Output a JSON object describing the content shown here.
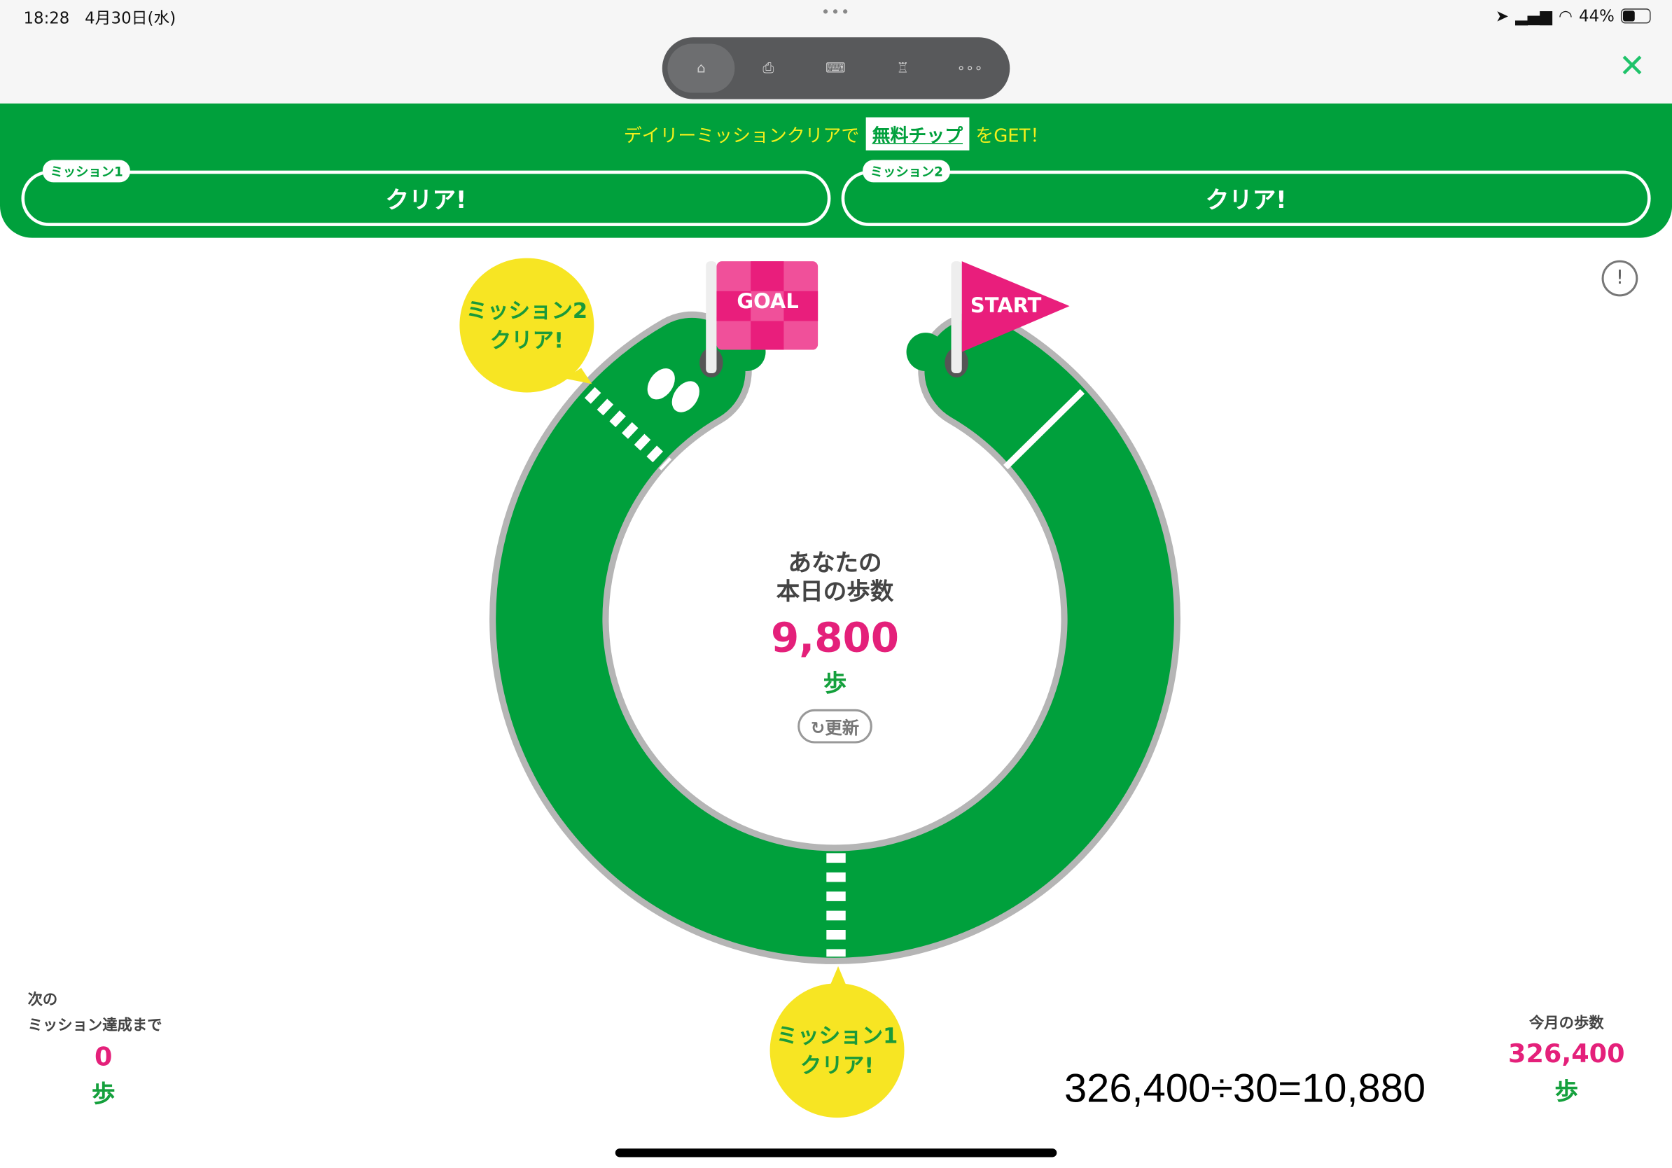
{
  "status_bar": {
    "time": "18:28",
    "date": "4月30日(水)",
    "dots": "•••",
    "battery": "44%"
  },
  "toolbar": {
    "items": [
      {
        "name": "home",
        "icon": "⌂"
      },
      {
        "name": "inbox",
        "icon": "⎙"
      },
      {
        "name": "chat",
        "icon": "⌨"
      },
      {
        "name": "ranking",
        "icon": "♖"
      },
      {
        "name": "more",
        "icon": "∘∘∘"
      }
    ],
    "close_icon": "✕"
  },
  "banner": {
    "prefix": "デイリーミッションクリアで",
    "chip": "無料チップ",
    "suffix": "をGET！"
  },
  "missions": [
    {
      "tag": "ミッション1",
      "status": "クリア!"
    },
    {
      "tag": "ミッション2",
      "status": "クリア!"
    }
  ],
  "info_icon": "!",
  "course": {
    "goal_label": "GOAL",
    "start_label": "START",
    "bubble_mission2": [
      "ミッション2",
      "クリア!"
    ],
    "bubble_mission1": [
      "ミッション1",
      "クリア!"
    ]
  },
  "today": {
    "title_line1": "あなたの",
    "title_line2": "本日の歩数",
    "steps": "9,800",
    "unit": "歩",
    "refresh_label": "更新"
  },
  "next_mission": {
    "line1": "次の",
    "line2": "ミッション達成まで",
    "steps": "0",
    "unit": "歩"
  },
  "monthly": {
    "label": "今月の歩数",
    "steps": "326,400",
    "unit": "歩"
  },
  "calculation": "326,400÷30=10,880",
  "colors": {
    "green": "#00a03c",
    "pink": "#e4207a",
    "yellow": "#f7e523"
  }
}
